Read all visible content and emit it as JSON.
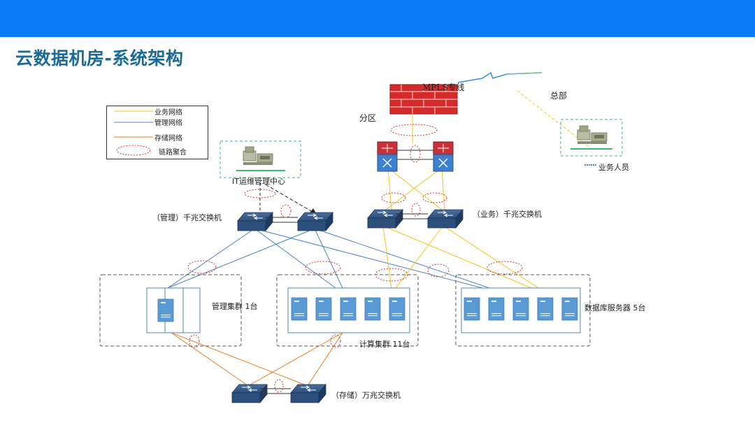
{
  "slide": {
    "title": "云数据机房-系统架构"
  },
  "legend": {
    "items": [
      {
        "label": "业务网络",
        "color": "#f5c518",
        "kind": "line"
      },
      {
        "label": "管理网络",
        "color": "#4a86c6",
        "kind": "line"
      },
      {
        "label": "存储网络",
        "color": "#ef7d22",
        "kind": "line"
      },
      {
        "label": "链路聚合",
        "color": "#e03030",
        "kind": "ellipse"
      }
    ]
  },
  "nodes": {
    "mpls": "MPLS专线",
    "branch": "分区",
    "hq": "总部",
    "business_staff": "业务人员",
    "it_center": "IT运维管理中心",
    "mgmt_switch": "（管理）千兆交换机",
    "biz_switch": "（业务）千兆交换机",
    "mgmt_cluster": "管理集群 1台",
    "compute_cluster": "计算集群 11台",
    "db_servers": "数据库服务器 5台",
    "storage_switch": "（存储）万兆交换机"
  },
  "colors": {
    "topbar": "#0a7cf5",
    "title": "#1a6b9a",
    "business": "#f5c518",
    "management": "#4a86c6",
    "storage": "#ef7d22",
    "aggregation": "#e03030",
    "firewall": "#d42a2a",
    "switch": "#2d4f7c",
    "server": "#5b9bd5",
    "green_box": "#3cba74"
  }
}
